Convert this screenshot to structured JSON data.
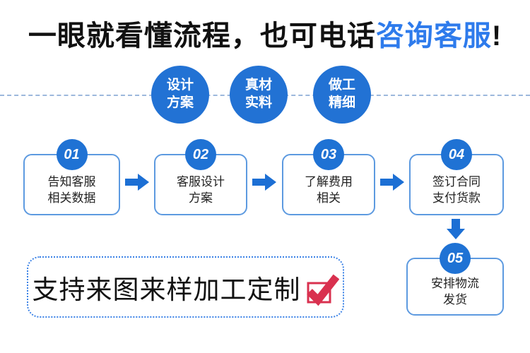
{
  "title": {
    "prefix": "一眼就看懂流程，也可电话",
    "highlight": "咨询客服",
    "suffix": "!"
  },
  "features": [
    {
      "lines": [
        "设计",
        "方案"
      ]
    },
    {
      "lines": [
        "真材",
        "实料"
      ]
    },
    {
      "lines": [
        "做工",
        "精细"
      ]
    }
  ],
  "steps": [
    {
      "number": "01",
      "lines": [
        "告知客服",
        "相关数据"
      ]
    },
    {
      "number": "02",
      "lines": [
        "客服设计",
        "方案"
      ]
    },
    {
      "number": "03",
      "lines": [
        "了解费用",
        "相关"
      ]
    },
    {
      "number": "04",
      "lines": [
        "签订合同",
        "支付货款"
      ]
    },
    {
      "number": "05",
      "lines": [
        "安排物流",
        "发货"
      ]
    }
  ],
  "banner": {
    "text": "支持来图来样加工定制"
  },
  "icons": {
    "arrow_right": "block-arrow-right",
    "arrow_down": "block-arrow-down",
    "check": "red-checkbox-checkmark"
  },
  "colors": {
    "primary_blue": "#1f72d4",
    "circle_blue": "#2272d4",
    "title_highlight_blue": "#2e7bec",
    "box_border_blue": "#5d9ae0",
    "dashed_line_blue": "#9cb8dc",
    "banner_border_blue": "#3b82e6",
    "check_red": "#d9314f",
    "text_dark": "#111111"
  }
}
